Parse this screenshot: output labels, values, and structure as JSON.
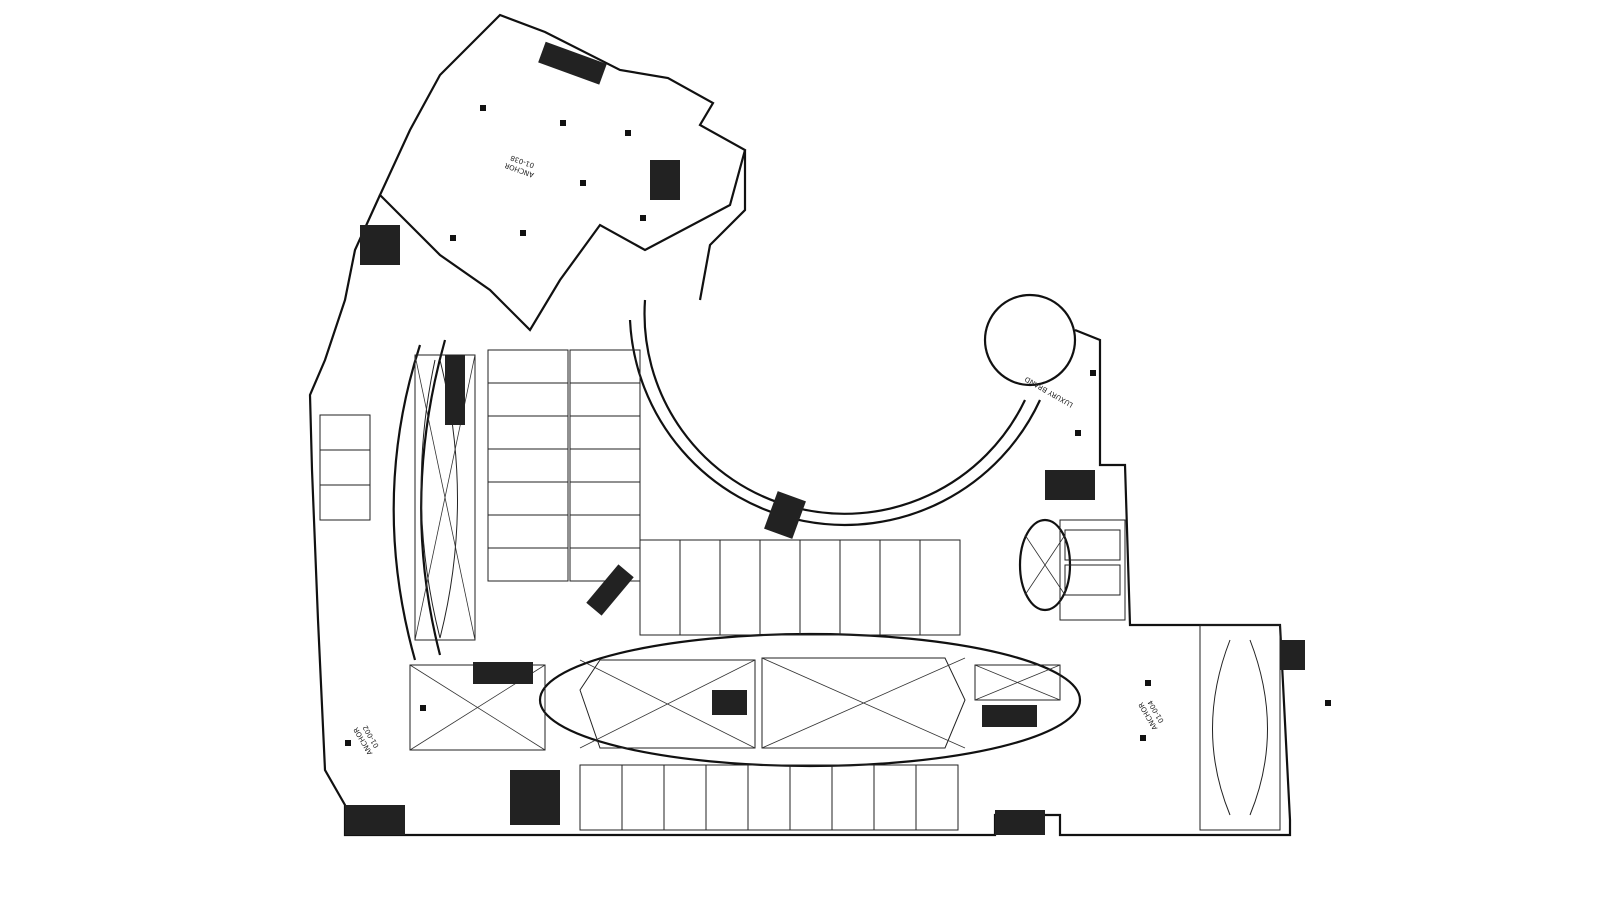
{
  "plan": {
    "anchor_north": {
      "name": "ANCHOR",
      "unit": "01-038"
    },
    "luxury": {
      "name": "LUXURY BRAND"
    },
    "anchor_west": {
      "name": "ANCHOR",
      "unit": "01-002"
    },
    "anchor_east": {
      "name": "ANCHOR",
      "unit": "01-004"
    }
  },
  "colors": {
    "line": "#111111",
    "background": "#ffffff"
  }
}
